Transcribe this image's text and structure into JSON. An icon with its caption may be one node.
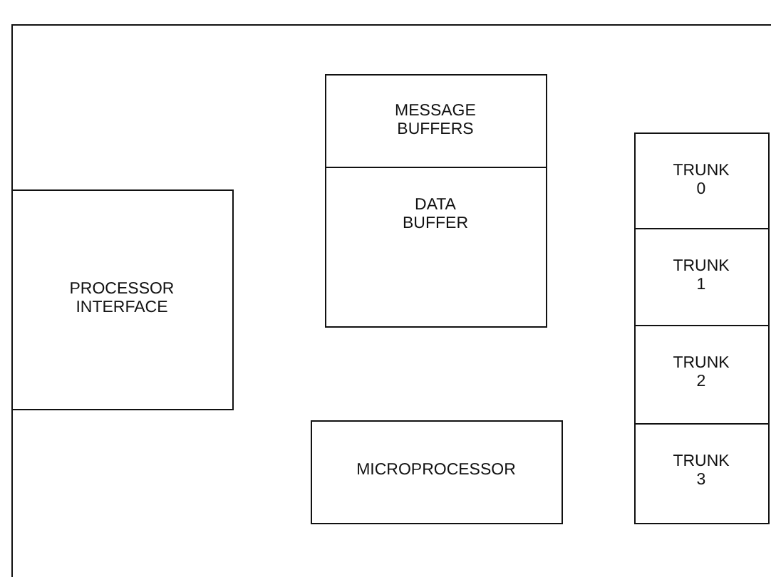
{
  "diagram": {
    "nodes": [
      {
        "text": [],
        "shape": "box"
      },
      {
        "text": [
          "PROCESSOR INTERFACE"
        ],
        "in": 0
      },
      {
        "text": [
          "MESSAGE BUFFERS"
        ],
        "in": 0
      },
      {
        "text": [
          "DATA BUFFER"
        ],
        "in": 0
      },
      {
        "text": [
          "MICROPROCESSOR"
        ],
        "in": 0
      },
      {
        "text": [
          "TRUNK 0"
        ],
        "in": 0
      },
      {
        "text": [
          "TRUNK 1"
        ],
        "in": 0
      },
      {
        "text": [
          "TRUNK 2"
        ],
        "in": 0
      },
      {
        "text": [
          "TRUNK 3"
        ],
        "in": 0
      }
    ]
  }
}
